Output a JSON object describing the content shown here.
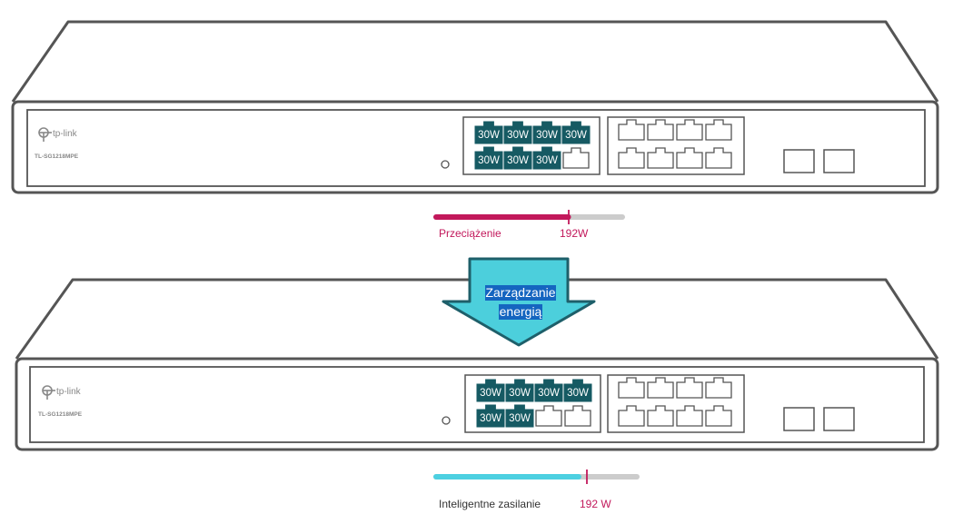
{
  "switches": [
    {
      "brand": "tp-link",
      "model": "TL-SG1218MPE",
      "poe_ports": [
        "30W",
        "30W",
        "30W",
        "30W",
        "30W",
        "30W",
        "30W",
        ""
      ],
      "power_bar": {
        "fill_fraction": 0.71,
        "fill_color": "#c2185b",
        "marker_color": "#c2185b"
      },
      "status_label": "Przeciążenie",
      "status_color": "#c2185b",
      "budget_label": "192W",
      "budget_color": "#c2185b"
    },
    {
      "brand": "tp-link",
      "model": "TL-SG1218MPE",
      "poe_ports": [
        "30W",
        "30W",
        "30W",
        "30W",
        "30W",
        "30W",
        "",
        ""
      ],
      "power_bar": {
        "fill_fraction": 0.71,
        "fill_color": "#4dd0e1",
        "marker_color": "#c2185b"
      },
      "status_label": "Inteligentne zasilanie",
      "status_color": "#333333",
      "budget_label": "192 W",
      "budget_color": "#c2185b"
    }
  ],
  "transition": {
    "line1": "Zarządzanie",
    "line2": "energią",
    "arrow_fill": "#4ccfdc",
    "arrow_stroke": "#1e5f6a",
    "highlight_color": "#1565c0"
  },
  "colors": {
    "port_fill": "#165a63",
    "outline": "#555555"
  }
}
